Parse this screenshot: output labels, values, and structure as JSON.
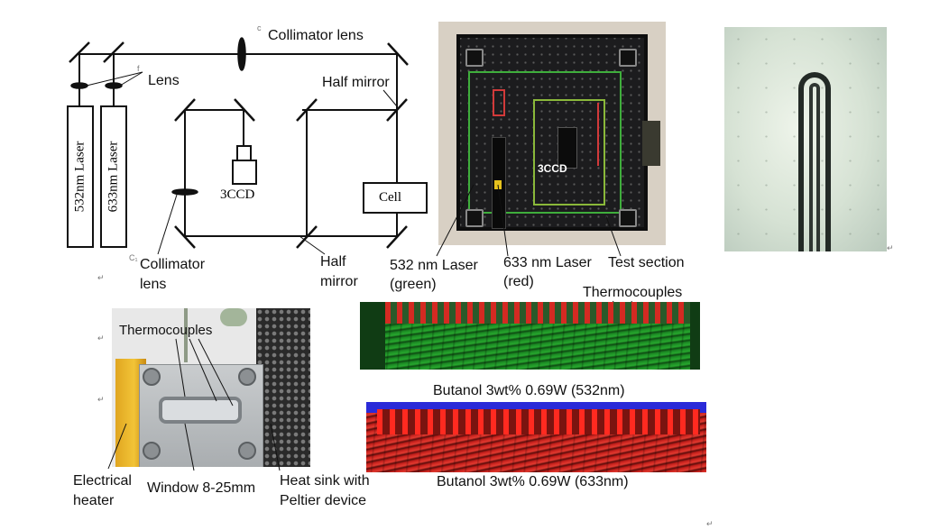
{
  "schematic": {
    "collimator_lens_top": "Collimator lens",
    "lens": "Lens",
    "half_mirror_top": "Half mirror",
    "laser_532": "532nm Laser",
    "laser_633": "633nm Laser",
    "camera": "3CCD",
    "cell": "Cell",
    "collimator_lens_bottom_1": "Collimator",
    "collimator_lens_bottom_2": "lens",
    "half_mirror_bottom_1": "Half",
    "half_mirror_bottom_2": "mirror",
    "marker_c": "c",
    "marker_f": "f",
    "marker_c2": "C₁"
  },
  "photo_setup": {
    "camera_label": "3CCD",
    "laser532_1": "532 nm Laser",
    "laser532_2": "(green)",
    "laser633_1": "633 nm Laser",
    "laser633_2": "(red)",
    "test_section": "Test section"
  },
  "photo_cell": {
    "thermocouples": "Thermocouples",
    "electrical_heater_1": "Electrical",
    "electrical_heater_2": "heater",
    "window": "Window 8-25mm",
    "heat_sink_1": "Heat sink with",
    "heat_sink_2": "Peltier device"
  },
  "interferograms": {
    "thermocouples": "Thermocouples",
    "caption_green": "Butanol 3wt% 0.69W (532nm)",
    "caption_red": "Butanol 3wt% 0.69W (633nm)",
    "green_color": "#1c8a24",
    "red_color": "#c4201c",
    "blue_color": "#2a2ad8"
  },
  "return_mark": "↵"
}
